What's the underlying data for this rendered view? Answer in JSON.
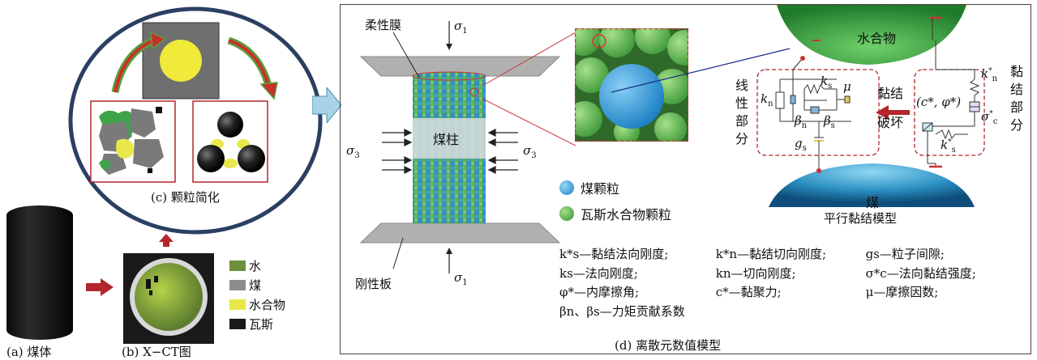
{
  "panels": {
    "a_caption": "(a) 煤体",
    "b_caption": "(b) X−CT图",
    "c_caption": "(c) 颗粒简化",
    "d_caption": "(d) 离散元数值模型"
  },
  "ct_legend": [
    {
      "label": "水",
      "color": "#6b8f3a"
    },
    {
      "label": "煤",
      "color": "#8c8c8c"
    },
    {
      "label": "水合物",
      "color": "#e8e84a"
    },
    {
      "label": "瓦斯",
      "color": "#1a1a1a"
    }
  ],
  "specimen": {
    "membrane_label": "柔性膜",
    "column_label": "煤柱",
    "plate_label": "刚性板",
    "sigma1": "σ",
    "sigma1_sub": "1",
    "sigma3": "σ",
    "sigma3_sub": "3"
  },
  "particle_legend": [
    {
      "label": "煤颗粒",
      "color": "#2f9ee0"
    },
    {
      "label": "瓦斯水合物颗粒",
      "color": "#4caf50"
    }
  ],
  "pbm": {
    "title": "平行黏结模型",
    "hydrate": "水合物",
    "coal": "煤",
    "linear_part": [
      "线",
      "性",
      "部",
      "分"
    ],
    "bond_part": [
      "黏",
      "结",
      "部",
      "分"
    ],
    "break_label": [
      "黏结",
      "破坏"
    ],
    "params": {
      "kn": "k",
      "kn_sub": "n",
      "ks": "k",
      "ks_sub": "s",
      "beta_n": "β",
      "beta_n_sub": "n",
      "beta_s": "β",
      "beta_s_sub": "s",
      "mu": "μ",
      "gs": "g",
      "gs_sub": "s",
      "kn_star": "k",
      "kn_star_sub": "n",
      "ks_star": "k",
      "ks_star_sub": "s",
      "c_phi": "(c*, φ*)",
      "sigma_c": "σ",
      "sigma_c_sub": "c"
    }
  },
  "definitions": [
    [
      "k*s—黏结法向刚度;",
      "k*n—黏结切向刚度;",
      "gs—粒子间隙;"
    ],
    [
      "ks—法向刚度;",
      "kn—切向刚度;",
      "σ*c—法向黏结强度;"
    ],
    [
      "φ*—内摩擦角;",
      "c*—黏聚力;",
      "μ—摩擦因数;"
    ],
    [
      "βn、βs—力矩贡献系数"
    ]
  ]
}
